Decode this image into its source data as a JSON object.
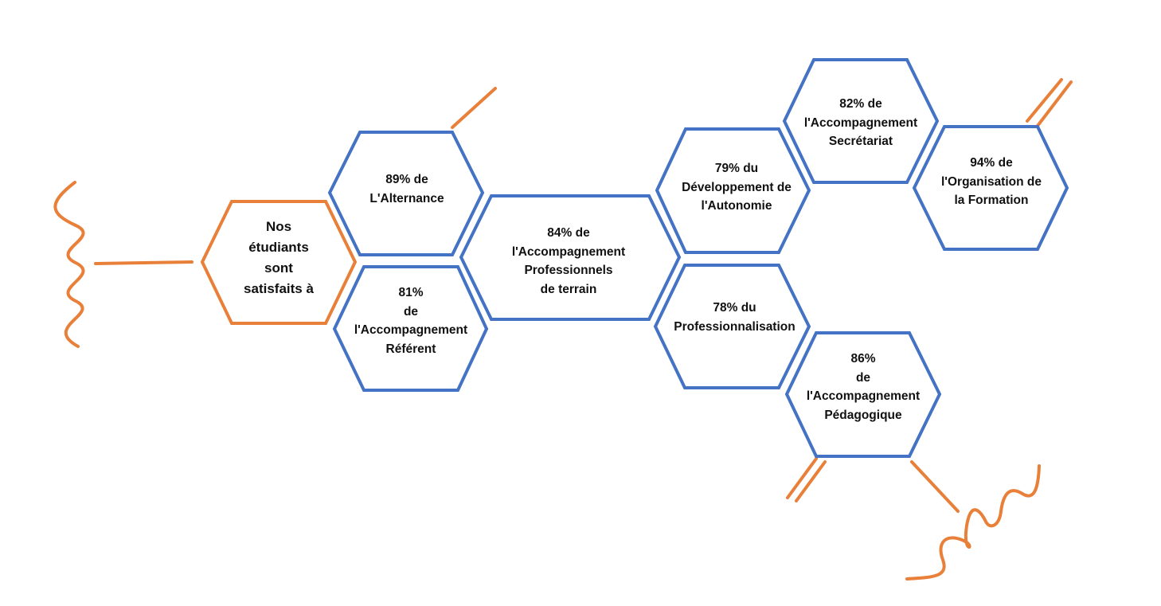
{
  "colors": {
    "accent_orange": "#E8803A",
    "hex_blue": "#4472C4",
    "background": "#FFFFFF",
    "text": "#111111"
  },
  "center": {
    "lines": [
      "Nos",
      "étudiants",
      "sont",
      "satisfaits à"
    ]
  },
  "items": [
    {
      "id": "alternance",
      "lines": [
        "89% de",
        "L'Alternance"
      ]
    },
    {
      "id": "referent",
      "lines": [
        "81%",
        "de",
        "l'Accompagnement",
        "Référent"
      ]
    },
    {
      "id": "professionnels-terrain",
      "lines": [
        "84% de",
        "l'Accompagnement",
        "Professionnels",
        "de terrain"
      ]
    },
    {
      "id": "autonomie",
      "lines": [
        "79% du",
        "Développement de",
        "l'Autonomie"
      ]
    },
    {
      "id": "professionnalisation",
      "lines": [
        "78% du",
        "Professionnalisation"
      ]
    },
    {
      "id": "secretariat",
      "lines": [
        "82% de",
        "l'Accompagnement",
        "Secrétariat"
      ]
    },
    {
      "id": "organisation-formation",
      "lines": [
        "94% de",
        "l'Organisation de",
        "la Formation"
      ]
    },
    {
      "id": "pedagogique",
      "lines": [
        "86%",
        "de",
        "l'Accompagnement",
        "Pédagogique"
      ]
    }
  ]
}
